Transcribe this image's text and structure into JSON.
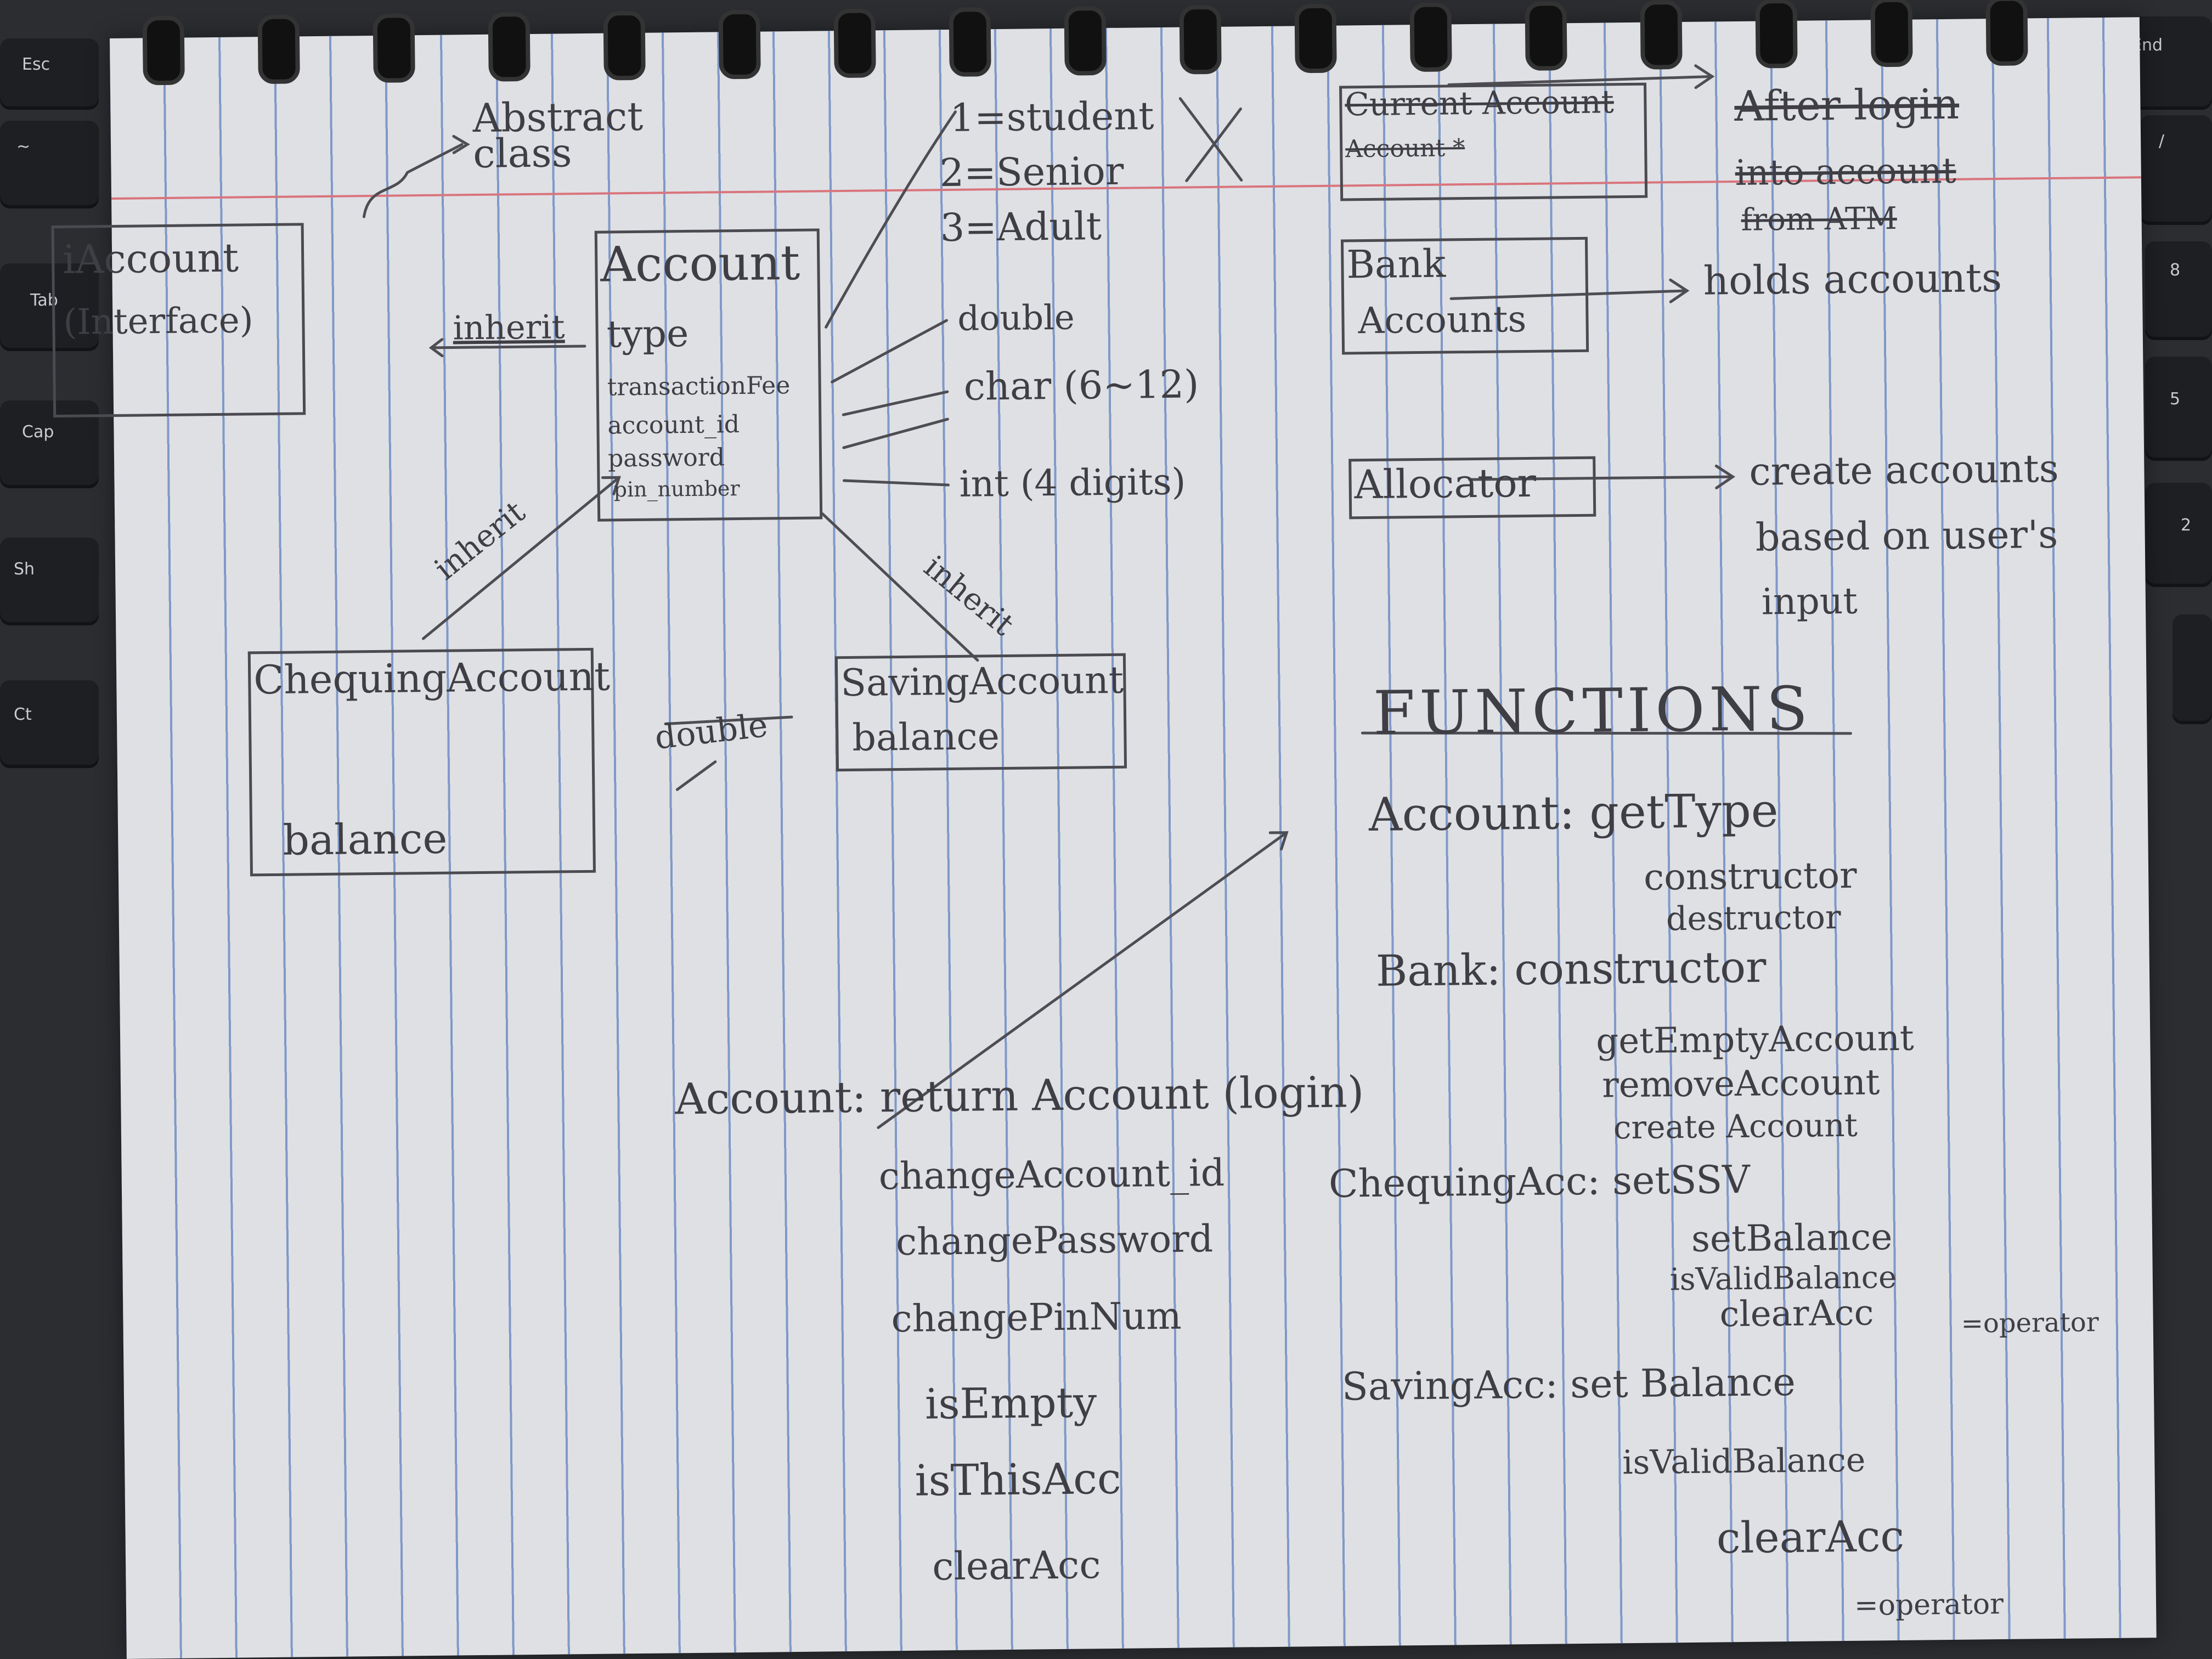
{
  "keyboard": {
    "left_keys": [
      "Esc",
      "~",
      "Tab",
      "Cap",
      "Sh",
      "Ct"
    ],
    "right_keys": [
      "End",
      "/",
      "8",
      "5",
      "2"
    ]
  },
  "notebook": {
    "interface_box": {
      "title": "iAccount",
      "subtitle": "(Interface)"
    },
    "abstract_label": "Abstract class",
    "inherit_label_top": "inherit",
    "account_box": {
      "title": "Account",
      "fields": [
        "type",
        "transactionFee",
        "account_id",
        "password",
        "pin_number"
      ]
    },
    "type_values": [
      "1=student",
      "2=Senior",
      "3=Adult"
    ],
    "field_types": [
      "double",
      "char (6~12)",
      "int (4 digits)"
    ],
    "current_account_box": {
      "title": "Current Account",
      "sub": "Account *"
    },
    "after_login_note": [
      "After login",
      "into account",
      "from ATM"
    ],
    "bank_box": {
      "title": "Bank",
      "field": "Accounts"
    },
    "bank_note": "holds accounts",
    "allocator_box": {
      "title": "Allocator"
    },
    "allocator_note": [
      "create accounts",
      "based on user's",
      "input"
    ],
    "inherit_label_left": "inherit",
    "inherit_label_right": "inherit",
    "chequing_box": {
      "title": "ChequingAccount",
      "field": "balance"
    },
    "saving_box": {
      "title": "SavingAccount",
      "field": "balance"
    },
    "double_label": "double",
    "functions_title": "FUNCTIONS",
    "functions": {
      "account_main": [
        "Account: getType",
        "constructor",
        "destructor"
      ],
      "bank": [
        "Bank: constructor",
        "getEmptyAccount",
        "removeAccount",
        "create Account"
      ],
      "account_login": [
        "Account: return Account (login)",
        "changeAccount_id",
        "changePassword",
        "changePinNum",
        "isEmpty",
        "isThisAcc",
        "clearAcc"
      ],
      "chequing": [
        "ChequingAcc: setSSV",
        "setBalance",
        "isValidBalance",
        "clearAcc",
        "=operator"
      ],
      "saving": [
        "SavingAcc: set Balance",
        "isValidBalance",
        "clearAcc",
        "=operator"
      ]
    }
  }
}
